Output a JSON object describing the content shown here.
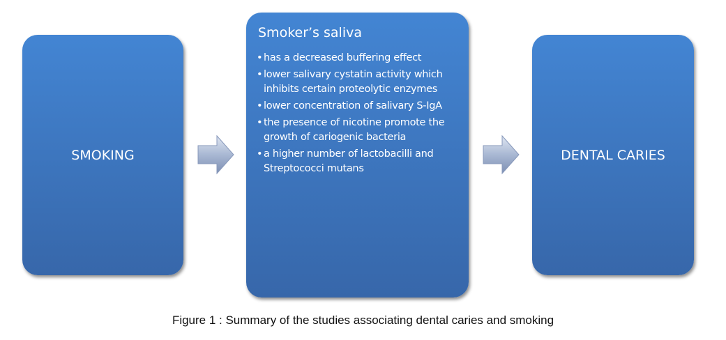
{
  "boxes": {
    "smoking": "SMOKING",
    "saliva_title": "Smoker’s saliva",
    "saliva_items": [
      "has a decreased buffering effect",
      "lower salivary cystatin activity which inhibits certain proteolytic enzymes",
      "lower concentration of salivary S-IgA",
      "the presence of nicotine promote the growth of cariogenic bacteria",
      "a higher number of lactobacilli and Streptococci mutans"
    ],
    "caries": "DENTAL CARIES"
  },
  "caption": "Figure 1 : Summary of the studies associating dental caries and smoking",
  "colors": {
    "box_top": "#4385d3",
    "box_bottom": "#3767aa"
  }
}
